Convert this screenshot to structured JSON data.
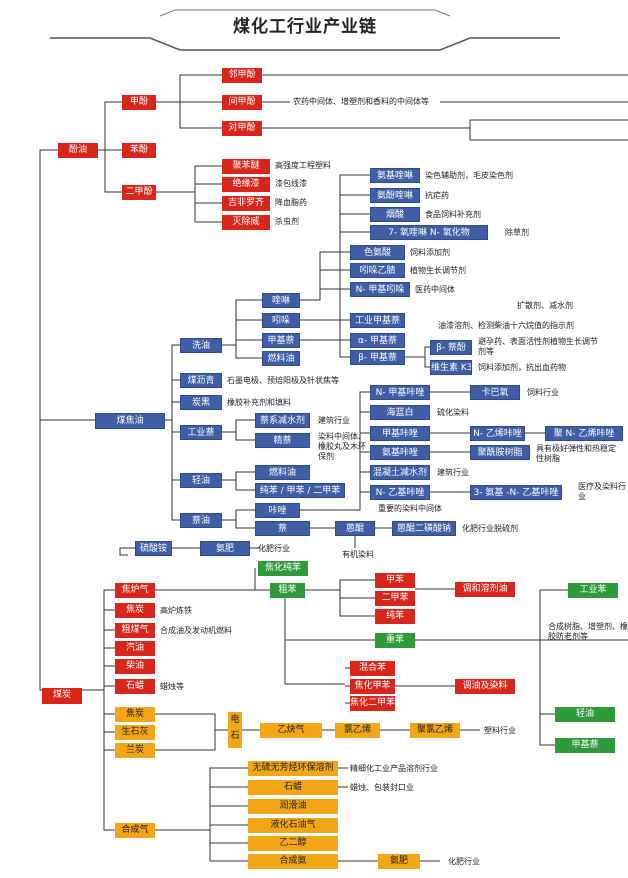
{
  "title": "煤化工行业产业链",
  "products": {
    "coal": "煤炭",
    "phenol_oil": "酚油",
    "cresol": "甲酚",
    "o_cresol": "邻甲酚",
    "m_cresol": "间甲酚",
    "p_cresol": "对甲酚",
    "phenol": "苯酚",
    "xylenol": "二甲酚",
    "polyphenylene_ether": "聚苯醚",
    "insulating_paint": "绝缘漆",
    "gemfibrozil": "吉非罗齐",
    "insecticide_agent": "灭除威",
    "aminoquinoline": "氨基喹啉",
    "hydroxyquinoline": "氨酚喹啉",
    "niacin": "烟酸",
    "methylquinoline_oxide": "7- 氧喹啉 N- 氧化物",
    "quinoline": "喹啉",
    "indole": "吲哚",
    "tryptophan": "色氨酸",
    "indole_acetonitrile": "吲哚乙腈",
    "n_methyl_indole": "N- 甲基吲哚",
    "industrial_methylnaphthalene": "工业甲基萘",
    "alpha_methylnaphthalene": "α- 甲基萘",
    "beta_methylnaphthalene": "β- 甲基萘",
    "beta_naphthol": "β- 萘酚",
    "vitamin_k3": "维生素 K3",
    "methylnaphthalene": "甲基萘",
    "fuel_oil_a": "燃料油",
    "wash_oil": "洗油",
    "coal_tar_pitch": "煤沥青",
    "carbon_black": "炭黑",
    "industrial_naphthalene": "工业萘",
    "light_oil": "轻油",
    "naphthalene_oil": "萘油",
    "coal_tar_oil": "煤焦油",
    "naphthalene_water_reducer": "萘系减水剂",
    "refined_naphthalene": "精萘",
    "fuel_oil_b": "燃料油",
    "pure_benzene_group": "纯苯 / 甲苯 / 二甲苯",
    "n_methyl_carbazole": "N- 甲基咔唑",
    "carbazole_acid": "卡巴氧",
    "haitan_lan": "海蓝白",
    "methyl_carbazole": "甲基咔唑",
    "n_vinyl_carbazole": "N- 乙烯咔唑",
    "poly_n_vinyl_carbazole": "聚 N- 乙烯咔唑",
    "amino_carbazole": "氨基咔唑",
    "polyimide_resin": "聚酰胺树脂",
    "concrete_reducer": "混凝土减水剂",
    "n_ethyl_carbazole": "N- 乙基咔唑",
    "amino_ethyl_carbazole": "3- 氨基 -N- 乙基咔唑",
    "thiophene": "咔唑",
    "naphthalene": "萘",
    "anthraquinone": "蒽醌",
    "anthraquinone_sulfonate": "蒽醌二磺酸钠",
    "ammonium_sulfate": "硫酸铵",
    "ammonia_fertilizer_a": "氨肥",
    "coke_oven_gas": "焦炉气",
    "coking_pure_benzene": "焦化纯苯",
    "crude_benzene": "粗苯",
    "toluene": "甲苯",
    "xylene": "二甲苯",
    "pure_benzene": "纯苯",
    "heavy_benzene": "重苯",
    "mixed_benzene": "混合苯",
    "coking_toluene": "焦化甲苯",
    "coking_xylene": "焦化二甲苯",
    "industrial_benzene": "工业苯",
    "light_oil_r": "轻油",
    "methylnaphthalene_r": "甲基萘",
    "coke": "焦炭",
    "crude_gas": "粗煤气",
    "gasoline": "汽油",
    "diesel": "柴油",
    "paraffin": "石蜡",
    "coke_b": "焦炭",
    "quicklime": "生石灰",
    "anthracite": "兰炭",
    "calcium_carbide": "电石",
    "acetylene": "乙炔气",
    "vinyl_chloride": "氯乙烯",
    "pvc": "聚氯乙烯",
    "syngas": "合成气",
    "solvent": "无硫无芳烃环保溶剂",
    "paraffin_b": "石蜡",
    "lubricant": "润滑油",
    "lpg": "液化石油气",
    "ethylene_glycol": "乙二醇",
    "synthetic_ammonia": "合成氨",
    "ammonia_fertilizer_b": "氨肥"
  },
  "descriptions": {
    "cresol_use": "农药中间体、增塑剂和香料的中间体等",
    "ppe_use": "高强度工程塑料",
    "paint_use": "漆包线漆",
    "gemfibrozil_use": "降血脂药",
    "insecticide_use": "杀虫剂",
    "aminoquinoline_use": "染色辅助剂，毛皮染色剂",
    "hydroxyquinoline_use": "抗疟药",
    "niacin_use": "食品饲料补充剂",
    "quinoline_oxide_use": "除草剂",
    "tryptophan_use": "饲料添加剂",
    "indole_acetonitrile_use": "植物生长调节剂",
    "n_methyl_indole_use": "医药中间体",
    "industrial_mn_use": "扩散剂、减水剂",
    "alpha_mn_use": "油漆溶剂、检测柴油十六烷值的指示剂",
    "beta_naphthol_use": "避孕药、表面活性剂植物生长调节剂等",
    "vitamin_k3_use": "饲料添加剂，抗出血药物",
    "pitch_use": "石墨电极、预焙阳极及针状焦等",
    "carbon_black_use": "橡胶补充剂和填料",
    "water_reducer_use": "建筑行业",
    "refined_naphthalene_use": "染料中间体、橡胶丸及木环保剂",
    "carbazole_acid_use": "饲料行业",
    "haitan_lan_use": "硫化染料",
    "polyimide_use": "具有极好弹性和热稳定性树脂",
    "concrete_use": "建筑行业",
    "amino_ethyl_use": "医疗及染料行业",
    "dye_intermediate": "重要的染料中间体",
    "anthraquinone_use": "化肥行业脱硫剂",
    "organic_dye": "有机染料",
    "ammonia_use_a": "化肥行业",
    "toluene_products": "调和溶剂油",
    "blended_oil": "调油及染料",
    "industrial_benzene_use": "合成树脂、增塑剂、橡胶防老剂等",
    "coke_use": "高炉炼铁",
    "crude_gas_use": "合成油及发动机燃料",
    "paraffin_use": "蜡烛等",
    "pvc_use": "塑料行业",
    "solvent_use": "精细化工业产品溶剂行业",
    "paraffin_b_use": "蜡烛、包装封口业",
    "ammonia_use_b": "化肥行业"
  },
  "colors": {
    "red": "#d9261c",
    "blue": "#3f5ea6",
    "orange": "#f2a516",
    "green": "#2f9a3c"
  }
}
